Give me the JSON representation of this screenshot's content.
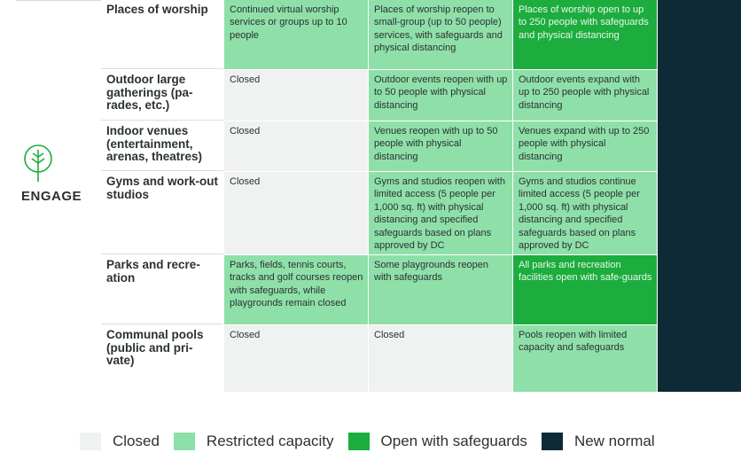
{
  "side": {
    "label": "ENGAGE",
    "icon": "tree-icon"
  },
  "colors": {
    "closed": "#f0f1f1",
    "restricted": "#8ee0a8",
    "open": "#1cad3e",
    "new_normal": "#0e2a36"
  },
  "rows": [
    {
      "category": "Places of worship",
      "phase1": "Continued virtual worship services or groups up to 10 people",
      "phase1_status": "restricted",
      "phase2": "Places of worship reopen to small-group (up to 50 people) services, with safeguards and physical distancing",
      "phase2_status": "restricted",
      "phase3": "Places of worship open to up to 250 people with safeguards and physical distancing",
      "phase3_status": "open"
    },
    {
      "category": "Outdoor large gatherings (pa-rades, etc.)",
      "phase1": "Closed",
      "phase1_status": "closed",
      "phase2": "Outdoor events reopen with up to 50 people with physical distancing",
      "phase2_status": "restricted",
      "phase3": "Outdoor events expand with up to 250 people with physical distancing",
      "phase3_status": "restricted"
    },
    {
      "category": "Indoor venues (entertainment, arenas, theatres)",
      "phase1": "Closed",
      "phase1_status": "closed",
      "phase2": "Venues reopen with up to 50 people with physical distancing",
      "phase2_status": "restricted",
      "phase3": "Venues expand with up to 250 people with physical distancing",
      "phase3_status": "restricted"
    },
    {
      "category": "Gyms and work-out studios",
      "phase1": "Closed",
      "phase1_status": "closed",
      "phase2": "Gyms and studios reopen with limited access (5 people per 1,000 sq. ft) with physical distancing and specified safeguards based on plans approved by DC",
      "phase2_status": "restricted",
      "phase3": "Gyms and studios continue limited access (5 people per 1,000 sq. ft) with physical distancing and specified safeguards based on plans approved by DC",
      "phase3_status": "restricted"
    },
    {
      "category": "Parks and recre-ation",
      "phase1": "Parks, fields, tennis courts, tracks and golf courses reopen with safeguards, while playgrounds remain closed",
      "phase1_status": "restricted",
      "phase2": "Some playgrounds reopen with safeguards",
      "phase2_status": "restricted",
      "phase3": "All parks and recreation facilities open with safe-guards",
      "phase3_status": "open"
    },
    {
      "category": "Communal pools (public and pri-vate)",
      "phase1": "Closed",
      "phase1_status": "closed",
      "phase2": "Closed",
      "phase2_status": "closed",
      "phase3": "Pools reopen with limited capacity and safeguards",
      "phase3_status": "restricted"
    }
  ],
  "legend": {
    "closed": "Closed",
    "restricted": "Restricted capacity",
    "open": "Open with safeguards",
    "new_normal": "New normal"
  }
}
